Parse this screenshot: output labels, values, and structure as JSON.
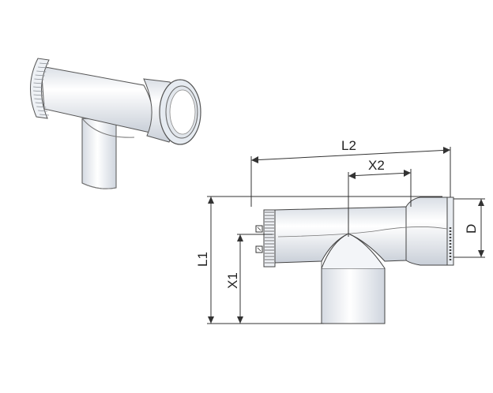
{
  "colors": {
    "background": "#ffffff",
    "line": "#333333",
    "pipe_light": "#f7f8fa",
    "pipe_shade": "#d4d9e0",
    "ring": "#e3e8ef"
  },
  "dimensions": {
    "length_total": "L2",
    "length_branch_offset": "X2",
    "height_total": "L1",
    "height_axis": "X1",
    "diameter": "D"
  }
}
